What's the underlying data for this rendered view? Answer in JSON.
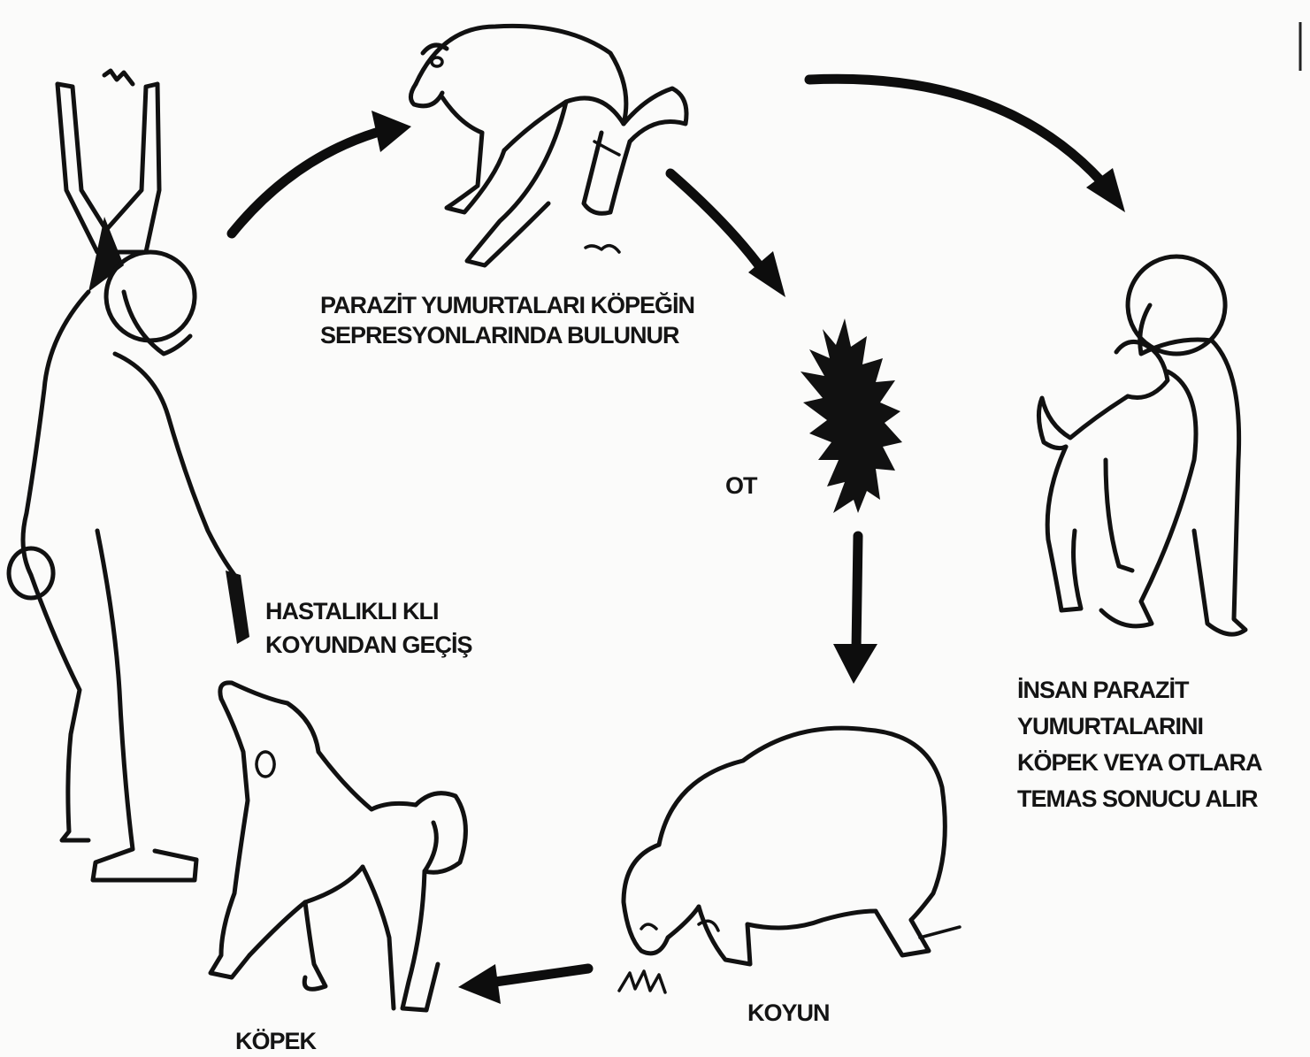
{
  "labels": {
    "dog_feces": [
      "PARAZİT YUMURTALARI KÖPEĞİN",
      "SEPRESYONLARINDA BULUNUR"
    ],
    "grass": "OT",
    "human": [
      "İNSAN PARAZİT",
      "YUMURTALARINI",
      "KÖPEK VEYA OTLARA",
      "TEMAS SONUCU ALIR"
    ],
    "sheep": "KOYUN",
    "infected_transfer": [
      "HASTALIKLI KLI",
      "KOYUNDAN GEÇİŞ"
    ],
    "dog": "KÖPEK"
  },
  "stages": [
    {
      "name": "dog-defecating",
      "label_ref": "dog_feces"
    },
    {
      "name": "grass",
      "label_ref": "grass"
    },
    {
      "name": "sheep",
      "label_ref": "sheep"
    },
    {
      "name": "dog",
      "label_ref": "dog"
    },
    {
      "name": "man-feeding-dog",
      "label_ref": "infected_transfer"
    },
    {
      "name": "child-hugging-dog",
      "label_ref": "human"
    }
  ],
  "colors": {
    "ink": "#111111",
    "paper": "#fbfbfa"
  }
}
